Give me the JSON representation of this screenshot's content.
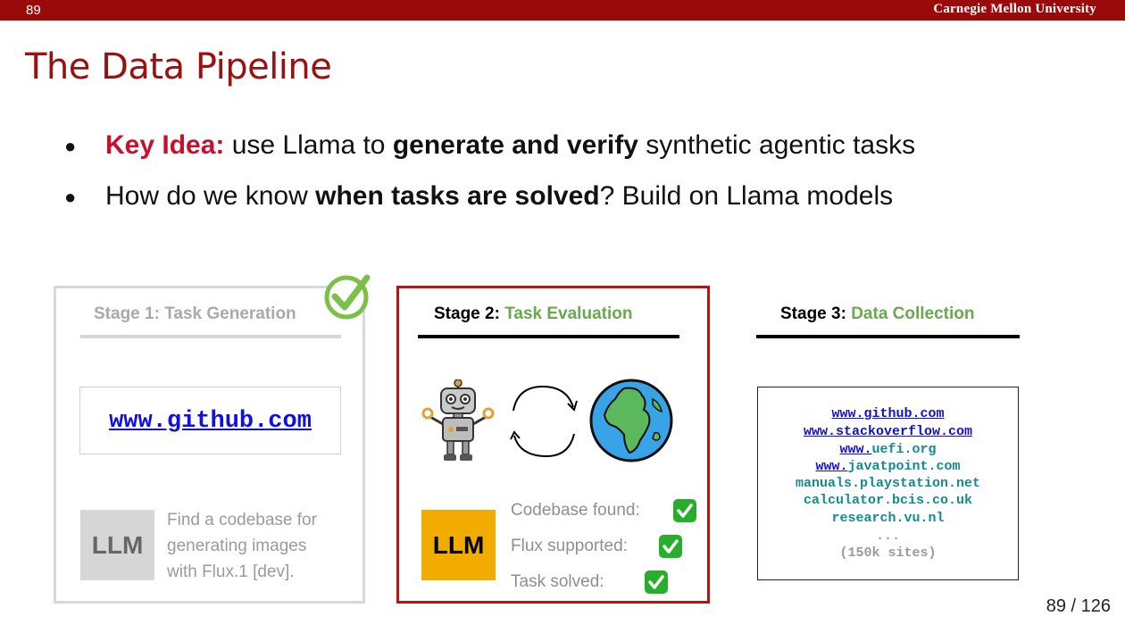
{
  "header": {
    "slide_number": "89",
    "institution": "Carnegie Mellon University"
  },
  "title": "The Data Pipeline",
  "bullets": [
    {
      "lead": "Key Idea:",
      "t1": " use Llama to ",
      "bold": "generate and verify",
      "t2": " synthetic agentic tasks"
    },
    {
      "t1": "How do we know ",
      "bold": "when tasks are solved",
      "t2": "? Build on Llama models"
    }
  ],
  "stage1": {
    "heading": "Stage 1: Task Generation",
    "url": "www.github.com",
    "llm_label": "LLM",
    "prompt_lines": [
      "Find a codebase for",
      "generating images",
      "with Flux.1 [dev]."
    ],
    "check_icon": "check-circle-icon"
  },
  "stage2": {
    "heading_prefix": "Stage 2: ",
    "heading_suffix": "Task Evaluation",
    "llm_label": "LLM",
    "checks": [
      {
        "label": "Codebase found:"
      },
      {
        "label": "Flux supported:"
      },
      {
        "label": "Task solved:"
      }
    ],
    "icons": [
      "robot-icon",
      "cycle-arrows-icon",
      "globe-icon"
    ]
  },
  "stage3": {
    "heading_prefix": "Stage 3: ",
    "heading_suffix": "Data Collection",
    "sites": [
      {
        "a": "www.github.com",
        "b": ""
      },
      {
        "a": "www.stackoverflow.com",
        "b": ""
      },
      {
        "a": "www.",
        "b": "uefi.org"
      },
      {
        "a": "www.",
        "b": "javatpoint.com"
      },
      {
        "a": "",
        "b": "manuals.playstation.net"
      },
      {
        "a": "",
        "b": "calculator.bcis.co.uk"
      },
      {
        "a": "",
        "b": "research.vu.nl"
      }
    ],
    "ellipsis": "...",
    "count": "(150k sites)"
  },
  "footer": {
    "page": "89 / 126"
  },
  "colors": {
    "brand_red": "#9b0a0a",
    "green": "#6aa84f",
    "gold": "#f2ac00",
    "teal": "#138b91"
  }
}
